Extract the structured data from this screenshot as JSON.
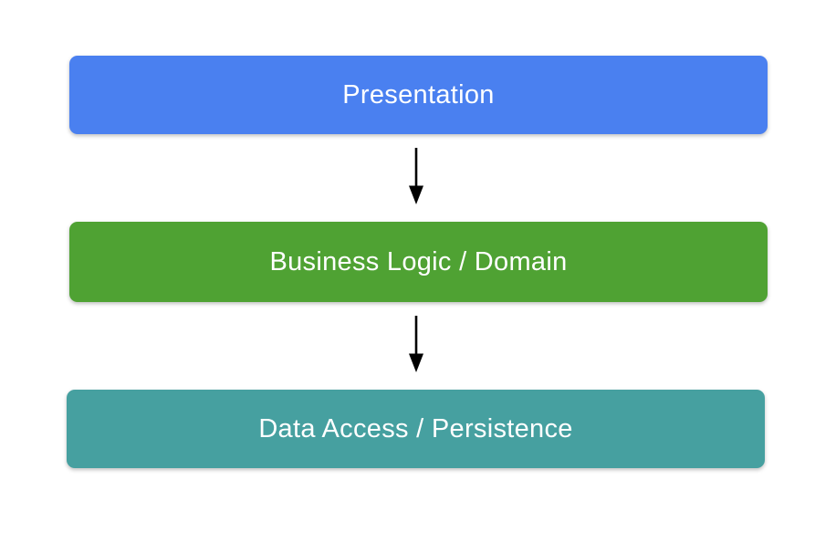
{
  "canvas": {
    "background": "#ffffff"
  },
  "diagram": {
    "type": "layered-architecture",
    "layers": [
      {
        "id": "presentation",
        "label": "Presentation",
        "fill": "#4a80f0",
        "text_color": "#ffffff"
      },
      {
        "id": "business-logic",
        "label": "Business Logic / Domain",
        "fill": "#4fa233",
        "text_color": "#ffffff"
      },
      {
        "id": "data-access",
        "label": "Data Access / Persistence",
        "fill": "#46a0a0",
        "text_color": "#ffffff"
      }
    ],
    "connectors": [
      {
        "from": "presentation",
        "to": "business-logic",
        "direction": "down",
        "color": "#000000"
      },
      {
        "from": "business-logic",
        "to": "data-access",
        "direction": "down",
        "color": "#000000"
      }
    ]
  }
}
